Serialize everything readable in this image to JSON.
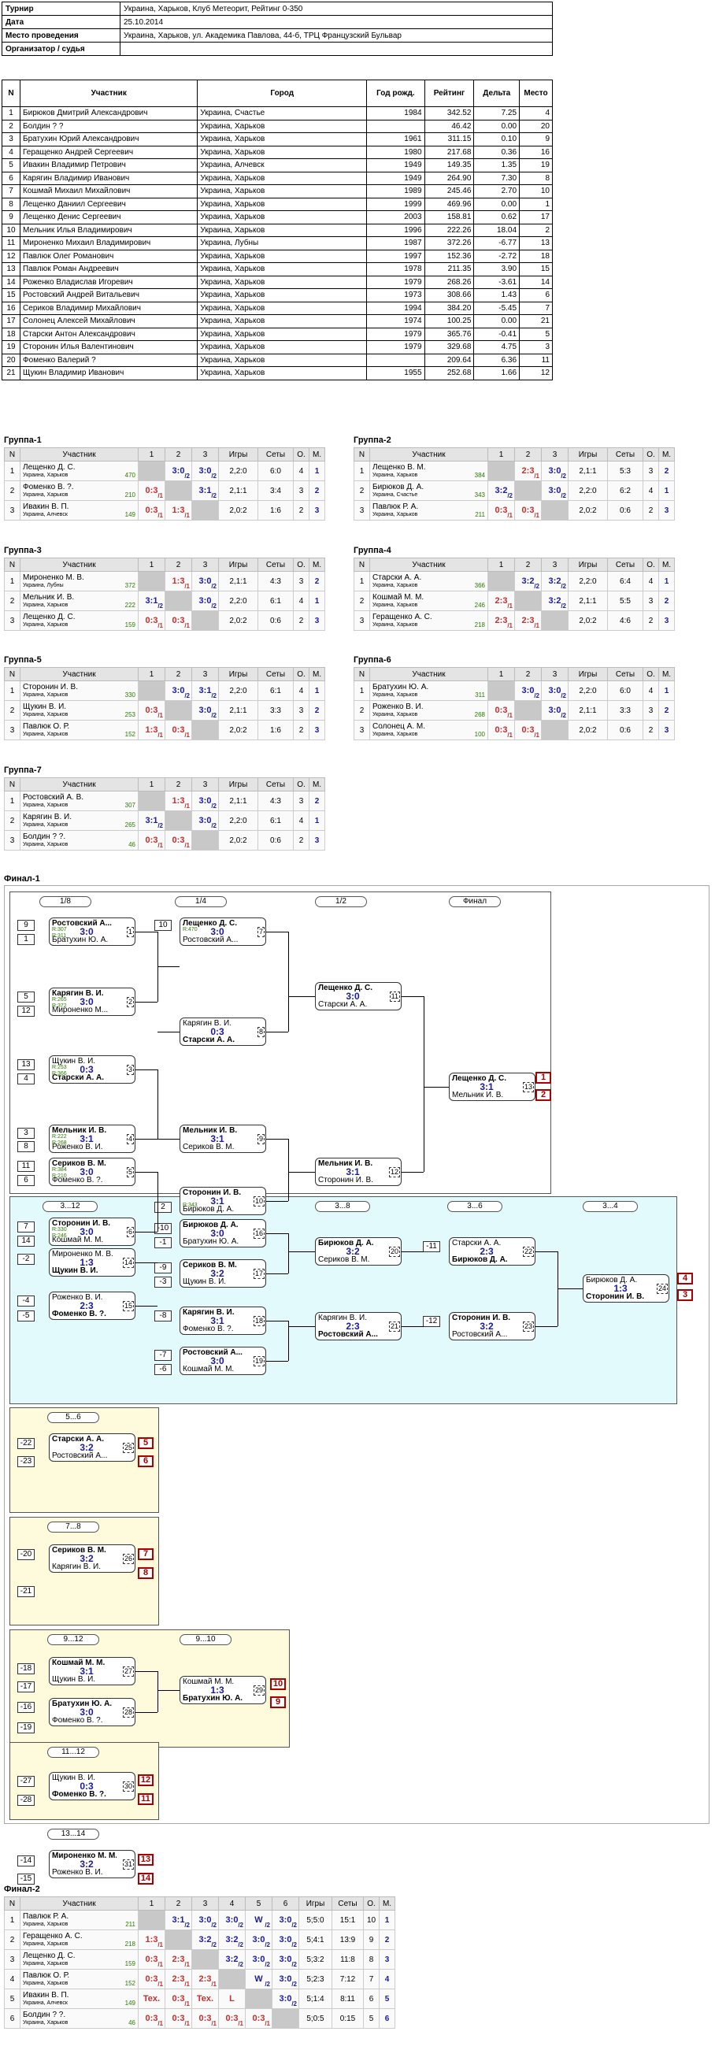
{
  "info": [
    {
      "k": "Турнир",
      "v": "Украина, Харьков, Клуб Метеорит, Рейтинг 0-350"
    },
    {
      "k": "Дата",
      "v": "25.10.2014"
    },
    {
      "k": "Место проведения",
      "v": "Украина, Харьков, ул. Академика Павлова, 44-б, ТРЦ Французский Бульвар"
    },
    {
      "k": "Организатор / судья",
      "v": ""
    }
  ],
  "players_header": [
    "N",
    "Участник",
    "Город",
    "Год рожд.",
    "Рейтинг",
    "Дельта",
    "Место"
  ],
  "players": [
    [
      "1",
      "Бирюков Дмитрий Александрович",
      "Украина, Счастье",
      "1984",
      "342.52",
      "7.25",
      "4"
    ],
    [
      "2",
      "Болдин ? ?",
      "Украина, Харьков",
      "",
      "46.42",
      "0.00",
      "20"
    ],
    [
      "3",
      "Братухин Юрий Александрович",
      "Украина, Харьков",
      "1961",
      "311.15",
      "0.10",
      "9"
    ],
    [
      "4",
      "Геращенко Андрей Сергеевич",
      "Украина, Харьков",
      "1980",
      "217.68",
      "0.36",
      "16"
    ],
    [
      "5",
      "Ивакин Владимир Петрович",
      "Украина, Алчевск",
      "1949",
      "149.35",
      "1.35",
      "19"
    ],
    [
      "6",
      "Карягин Владимир Иванович",
      "Украина, Харьков",
      "1949",
      "264.90",
      "7.30",
      "8"
    ],
    [
      "7",
      "Кошмай Михаил Михайлович",
      "Украина, Харьков",
      "1989",
      "245.46",
      "2.70",
      "10"
    ],
    [
      "8",
      "Лещенко Даниил Сергеевич",
      "Украина, Харьков",
      "1999",
      "469.96",
      "0.00",
      "1"
    ],
    [
      "9",
      "Лещенко Денис Сергеевич",
      "Украина, Харьков",
      "2003",
      "158.81",
      "0.62",
      "17"
    ],
    [
      "10",
      "Мельник Илья Владимирович",
      "Украина, Харьков",
      "1996",
      "222.26",
      "18.04",
      "2"
    ],
    [
      "11",
      "Мироненко Михаил Владимирович",
      "Украина, Лубны",
      "1987",
      "372.26",
      "-6.77",
      "13"
    ],
    [
      "12",
      "Павлюк Олег Романович",
      "Украина, Харьков",
      "1997",
      "152.36",
      "-2.72",
      "18"
    ],
    [
      "13",
      "Павлюк Роман Андреевич",
      "Украина, Харьков",
      "1978",
      "211.35",
      "3.90",
      "15"
    ],
    [
      "14",
      "Роженко Владислав Игоревич",
      "Украина, Харьков",
      "1979",
      "268.26",
      "-3.61",
      "14"
    ],
    [
      "15",
      "Ростовский Андрей Витальевич",
      "Украина, Харьков",
      "1973",
      "308.66",
      "1.43",
      "6"
    ],
    [
      "16",
      "Сериков Владимир Михайлович",
      "Украина, Харьков",
      "1994",
      "384.20",
      "-5.45",
      "7"
    ],
    [
      "17",
      "Солонец Алексей Михайлович",
      "Украина, Харьков",
      "1974",
      "100.25",
      "0.00",
      "21"
    ],
    [
      "18",
      "Старски Антон Александрович",
      "Украина, Харьков",
      "1979",
      "365.76",
      "-0.41",
      "5"
    ],
    [
      "19",
      "Сторонин Илья Валентинович",
      "Украина, Харьков",
      "1979",
      "329.68",
      "4.75",
      "3"
    ],
    [
      "20",
      "Фоменко Валерий ?",
      "Украина, Харьков",
      "",
      "209.64",
      "6.36",
      "11"
    ],
    [
      "21",
      "Щукин Владимир Иванович",
      "Украина, Харьков",
      "1955",
      "252.68",
      "1.66",
      "12"
    ]
  ],
  "group_header": [
    "N",
    "Участник",
    "1",
    "2",
    "3",
    "Игры",
    "Сеты",
    "О.",
    "М."
  ],
  "groups": [
    {
      "title": "Группа-1",
      "rows": [
        {
          "n": "1",
          "name": "Лещенко Д. С.",
          "city": "Украина, Харьков",
          "rating": "470",
          "cells": [
            "",
            "3:0|2",
            "3:0|2"
          ],
          "games": "2,2:0",
          "sets": "6:0",
          "pts": "4",
          "place": "1"
        },
        {
          "n": "2",
          "name": "Фоменко В. ?.",
          "city": "Украина, Харьков",
          "rating": "210",
          "cells": [
            "0:3|1",
            "",
            "3:1|2"
          ],
          "games": "2,1:1",
          "sets": "3:4",
          "pts": "3",
          "place": "2"
        },
        {
          "n": "3",
          "name": "Ивакин В. П.",
          "city": "Украина, Алчевск",
          "rating": "149",
          "cells": [
            "0:3|1",
            "1:3|1",
            ""
          ],
          "games": "2,0:2",
          "sets": "1:6",
          "pts": "2",
          "place": "3"
        }
      ]
    },
    {
      "title": "Группа-2",
      "rows": [
        {
          "n": "1",
          "name": "Лещенко В. М.",
          "city": "Украина, Харьков",
          "rating": "384",
          "cells": [
            "",
            "2:3|1",
            "3:0|2"
          ],
          "games": "2,1:1",
          "sets": "5:3",
          "pts": "3",
          "place": "2"
        },
        {
          "n": "2",
          "name": "Бирюков Д. А.",
          "city": "Украина, Счастье",
          "rating": "343",
          "cells": [
            "3:2|2",
            "",
            "3:0|2"
          ],
          "games": "2,2:0",
          "sets": "6:2",
          "pts": "4",
          "place": "1"
        },
        {
          "n": "3",
          "name": "Павлюк Р. А.",
          "city": "Украина, Харьков",
          "rating": "211",
          "cells": [
            "0:3|1",
            "0:3|1",
            ""
          ],
          "games": "2,0:2",
          "sets": "0:6",
          "pts": "2",
          "place": "3"
        }
      ]
    },
    {
      "title": "Группа-3",
      "rows": [
        {
          "n": "1",
          "name": "Мироненко М. В.",
          "city": "Украина, Лубны",
          "rating": "372",
          "cells": [
            "",
            "1:3|1",
            "3:0|2"
          ],
          "games": "2,1:1",
          "sets": "4:3",
          "pts": "3",
          "place": "2"
        },
        {
          "n": "2",
          "name": "Мельник И. В.",
          "city": "Украина, Харьков",
          "rating": "222",
          "cells": [
            "3:1|2",
            "",
            "3:0|2"
          ],
          "games": "2,2:0",
          "sets": "6:1",
          "pts": "4",
          "place": "1"
        },
        {
          "n": "3",
          "name": "Лещенко Д. С.",
          "city": "Украина, Харьков",
          "rating": "159",
          "cells": [
            "0:3|1",
            "0:3|1",
            ""
          ],
          "games": "2,0:2",
          "sets": "0:6",
          "pts": "2",
          "place": "3"
        }
      ]
    },
    {
      "title": "Группа-4",
      "rows": [
        {
          "n": "1",
          "name": "Старски А. А.",
          "city": "Украина, Харьков",
          "rating": "366",
          "cells": [
            "",
            "3:2|2",
            "3:2|2"
          ],
          "games": "2,2:0",
          "sets": "6:4",
          "pts": "4",
          "place": "1"
        },
        {
          "n": "2",
          "name": "Кошмай М. М.",
          "city": "Украина, Харьков",
          "rating": "246",
          "cells": [
            "2:3|1",
            "",
            "3:2|2"
          ],
          "games": "2,1:1",
          "sets": "5:5",
          "pts": "3",
          "place": "2"
        },
        {
          "n": "3",
          "name": "Геращенко А. С.",
          "city": "Украина, Харьков",
          "rating": "218",
          "cells": [
            "2:3|1",
            "2:3|1",
            ""
          ],
          "games": "2,0:2",
          "sets": "4:6",
          "pts": "2",
          "place": "3"
        }
      ]
    },
    {
      "title": "Группа-5",
      "rows": [
        {
          "n": "1",
          "name": "Сторонин И. В.",
          "city": "Украина, Харьков",
          "rating": "330",
          "cells": [
            "",
            "3:0|2",
            "3:1|2"
          ],
          "games": "2,2:0",
          "sets": "6:1",
          "pts": "4",
          "place": "1"
        },
        {
          "n": "2",
          "name": "Щукин В. И.",
          "city": "Украина, Харьков",
          "rating": "253",
          "cells": [
            "0:3|1",
            "",
            "3:0|2"
          ],
          "games": "2,1:1",
          "sets": "3:3",
          "pts": "3",
          "place": "2"
        },
        {
          "n": "3",
          "name": "Павлюк О. Р.",
          "city": "Украина, Харьков",
          "rating": "152",
          "cells": [
            "1:3|1",
            "0:3|1",
            ""
          ],
          "games": "2,0:2",
          "sets": "1:6",
          "pts": "2",
          "place": "3"
        }
      ]
    },
    {
      "title": "Группа-6",
      "rows": [
        {
          "n": "1",
          "name": "Братухин Ю. А.",
          "city": "Украина, Харьков",
          "rating": "311",
          "cells": [
            "",
            "3:0|2",
            "3:0|2"
          ],
          "games": "2,2:0",
          "sets": "6:0",
          "pts": "4",
          "place": "1"
        },
        {
          "n": "2",
          "name": "Роженко В. И.",
          "city": "Украина, Харьков",
          "rating": "268",
          "cells": [
            "0:3|1",
            "",
            "3:0|2"
          ],
          "games": "2,1:1",
          "sets": "3:3",
          "pts": "3",
          "place": "2"
        },
        {
          "n": "3",
          "name": "Солонец А. М.",
          "city": "Украина, Харьков",
          "rating": "100",
          "cells": [
            "0:3|1",
            "0:3|1",
            ""
          ],
          "games": "2,0:2",
          "sets": "0:6",
          "pts": "2",
          "place": "3"
        }
      ]
    },
    {
      "title": "Группа-7",
      "rows": [
        {
          "n": "1",
          "name": "Ростовский А. В.",
          "city": "Украина, Харьков",
          "rating": "307",
          "cells": [
            "",
            "1:3|1",
            "3:0|2"
          ],
          "games": "2,1:1",
          "sets": "4:3",
          "pts": "3",
          "place": "2"
        },
        {
          "n": "2",
          "name": "Карягин В. И.",
          "city": "Украина, Харьков",
          "rating": "265",
          "cells": [
            "3:1|2",
            "",
            "3:0|2"
          ],
          "games": "2,2:0",
          "sets": "6:1",
          "pts": "4",
          "place": "1"
        },
        {
          "n": "3",
          "name": "Болдин ? ?.",
          "city": "Украина, Харьков",
          "rating": "46",
          "cells": [
            "0:3|1",
            "0:3|1",
            ""
          ],
          "games": "2,0:2",
          "sets": "0:6",
          "pts": "2",
          "place": "3"
        }
      ]
    }
  ],
  "final1_title": "Финал-1",
  "final2_title": "Финал-2",
  "stages": {
    "r8": "1/8",
    "r4": "1/4",
    "r2": "1/2",
    "f": "Финал",
    "l312a": "3...12",
    "l312b": "3...12",
    "l38": "3...8",
    "l36": "3...6",
    "l34": "3...4",
    "l56": "5...6",
    "l78": "7...8",
    "l912": "9...12",
    "l910": "9...10",
    "l1112": "11...12",
    "l1314": "13...14"
  },
  "matches": [
    {
      "id": "m1",
      "a": "Ростовский А...",
      "b": "Братухин Ю. А.",
      "s": "3:0",
      "n": "1",
      "ra": "R:307",
      "rb": "R:311",
      "bold": "a"
    },
    {
      "id": "m2",
      "a": "Карягин В. И.",
      "b": "Мироненко М...",
      "s": "3:0",
      "n": "2",
      "ra": "R:265",
      "rb": "R:372",
      "bold": "a"
    },
    {
      "id": "m3",
      "a": "Щукин В. И.",
      "b": "Старски А. А.",
      "s": "0:3",
      "n": "3",
      "ra": "R:253",
      "rb": "R:366",
      "bold": "b"
    },
    {
      "id": "m4",
      "a": "Мельник И. В.",
      "b": "Роженко В. И.",
      "s": "3:1",
      "n": "4",
      "ra": "R:222",
      "rb": "R:268",
      "bold": "a"
    },
    {
      "id": "m5",
      "a": "Сериков В. М.",
      "b": "Фоменко В. ?.",
      "s": "3:0",
      "n": "5",
      "ra": "R:384",
      "rb": "R:210",
      "bold": "a"
    },
    {
      "id": "m6",
      "a": "Сторонин И. В.",
      "b": "Кошмай М. М.",
      "s": "3:0",
      "n": "6",
      "ra": "R:330",
      "rb": "R:246",
      "bold": "a"
    },
    {
      "id": "m7",
      "a": "Лещенко Д. С.",
      "b": "Ростовский А...",
      "s": "3:0",
      "n": "7",
      "ra": "R:470",
      "rb": "",
      "bold": "a"
    },
    {
      "id": "m8",
      "a": "Карягин В. И.",
      "b": "Старски А. А.",
      "s": "0:3",
      "n": "8",
      "ra": "",
      "rb": "",
      "bold": "b"
    },
    {
      "id": "m9",
      "a": "Мельник И. В.",
      "b": "Сериков В. М.",
      "s": "3:1",
      "n": "9",
      "ra": "",
      "rb": "",
      "bold": "a"
    },
    {
      "id": "m10",
      "a": "Сторонин И. В.",
      "b": "Бирюков Д. А.",
      "s": "3:1",
      "n": "10",
      "ra": "",
      "rb": "R:343",
      "bold": "a"
    },
    {
      "id": "m11",
      "a": "Лещенко Д. С.",
      "b": "Старски А. А.",
      "s": "3:0",
      "n": "11",
      "ra": "",
      "rb": "",
      "bold": "a"
    },
    {
      "id": "m12",
      "a": "Мельник И. В.",
      "b": "Сторонин И. В.",
      "s": "3:1",
      "n": "12",
      "ra": "",
      "rb": "",
      "bold": "a"
    },
    {
      "id": "m13",
      "a": "Лещенко Д. С.",
      "b": "Мельник И. В.",
      "s": "3:1",
      "n": "13",
      "ra": "",
      "rb": "",
      "bold": "a"
    },
    {
      "id": "m14",
      "a": "Мироненко М. В.",
      "b": "Щукин В. И.",
      "s": "1:3",
      "n": "14",
      "ra": "",
      "rb": "",
      "bold": "b"
    },
    {
      "id": "m15",
      "a": "Роженко В. И.",
      "b": "Фоменко В. ?.",
      "s": "2:3",
      "n": "15",
      "ra": "",
      "rb": "",
      "bold": "b"
    },
    {
      "id": "m16",
      "a": "Бирюков Д. А.",
      "b": "Братухин Ю. А.",
      "s": "3:0",
      "n": "16",
      "ra": "",
      "rb": "",
      "bold": "a"
    },
    {
      "id": "m17",
      "a": "Сериков В. М.",
      "b": "Щукин В. И.",
      "s": "3:2",
      "n": "17",
      "ra": "",
      "rb": "",
      "bold": "a"
    },
    {
      "id": "m18",
      "a": "Карягин В. И.",
      "b": "Фоменко В. ?.",
      "s": "3:1",
      "n": "18",
      "ra": "",
      "rb": "",
      "bold": "a"
    },
    {
      "id": "m19",
      "a": "Ростовский А...",
      "b": "Кошмай М. М.",
      "s": "3:0",
      "n": "19",
      "ra": "",
      "rb": "",
      "bold": "a"
    },
    {
      "id": "m20",
      "a": "Бирюков Д. А.",
      "b": "Сериков В. М.",
      "s": "3:2",
      "n": "20",
      "ra": "",
      "rb": "",
      "bold": "a"
    },
    {
      "id": "m21",
      "a": "Карягин В. И.",
      "b": "Ростовский А...",
      "s": "2:3",
      "n": "21",
      "ra": "",
      "rb": "",
      "bold": "b"
    },
    {
      "id": "m22",
      "a": "Старски А. А.",
      "b": "Бирюков Д. А.",
      "s": "2:3",
      "n": "22",
      "ra": "",
      "rb": "",
      "bold": "b"
    },
    {
      "id": "m23",
      "a": "Сторонин И. В.",
      "b": "Ростовский А...",
      "s": "3:2",
      "n": "23",
      "ra": "",
      "rb": "",
      "bold": "a"
    },
    {
      "id": "m24",
      "a": "Бирюков Д. А.",
      "b": "Сторонин И. В.",
      "s": "1:3",
      "n": "24",
      "ra": "",
      "rb": "",
      "bold": "b"
    },
    {
      "id": "m25",
      "a": "Старски А. А.",
      "b": "Ростовский А...",
      "s": "3:2",
      "n": "25",
      "ra": "",
      "rb": "",
      "bold": "a"
    },
    {
      "id": "m26",
      "a": "Сериков В. М.",
      "b": "Карягин В. И.",
      "s": "3:2",
      "n": "26",
      "ra": "",
      "rb": "",
      "bold": "a"
    },
    {
      "id": "m27",
      "a": "Кошмай М. М.",
      "b": "Щукин В. И.",
      "s": "3:1",
      "n": "27",
      "ra": "",
      "rb": "",
      "bold": "a"
    },
    {
      "id": "m28",
      "a": "Братухин Ю. А.",
      "b": "Фоменко В. ?.",
      "s": "3:0",
      "n": "28",
      "ra": "",
      "rb": "",
      "bold": "a"
    },
    {
      "id": "m29",
      "a": "Кошмай М. М.",
      "b": "Братухин Ю. А.",
      "s": "1:3",
      "n": "29",
      "ra": "",
      "rb": "",
      "bold": "b"
    },
    {
      "id": "m30",
      "a": "Щукин В. И.",
      "b": "Фоменко В. ?.",
      "s": "0:3",
      "n": "30",
      "ra": "",
      "rb": "",
      "bold": "b"
    },
    {
      "id": "m31",
      "a": "Мироненко М. М.",
      "b": "Роженко В. И.",
      "s": "3:2",
      "n": "31",
      "ra": "",
      "rb": "",
      "bold": "a"
    }
  ],
  "seeds": {
    "s9": "9",
    "s1": "1",
    "s10": "10",
    "s5": "5",
    "s12": "12",
    "s13": "13",
    "s4": "4",
    "s3": "3",
    "s11": "11",
    "s6": "6",
    "s7": "7",
    "s2": "2",
    "s14": "14",
    "s8": "8",
    "sm10": "-10",
    "sm1": "-1",
    "sm2": "-2",
    "sm9": "-9",
    "sm4": "-4",
    "sm3": "-3",
    "sm8": "-8",
    "sm5": "-5",
    "sm7": "-7",
    "sm6": "-6",
    "sm11": "-11",
    "sm12": "-12",
    "sm22": "-22",
    "sm23": "-23",
    "sm20": "-20",
    "sm21": "-21",
    "sm18": "-18",
    "sm17": "-17",
    "sm16": "-16",
    "sm19": "-19",
    "sm27": "-27",
    "sm28": "-28",
    "sm14": "-14",
    "sm15": "-15"
  },
  "ranks": {
    "k1": "1",
    "k2": "2",
    "k4": "4",
    "k3": "3",
    "k5": "5",
    "k6": "6",
    "k7": "7",
    "k8": "8",
    "k10": "10",
    "k9": "9",
    "k12": "12",
    "k11": "11",
    "k13": "13",
    "k14": "14"
  },
  "final2_header": [
    "N",
    "Участник",
    "1",
    "2",
    "3",
    "4",
    "5",
    "6",
    "Игры",
    "Сеты",
    "О.",
    "М."
  ],
  "final2": [
    {
      "n": "1",
      "name": "Павлюк Р. А.",
      "city": "Украина, Харьков",
      "rating": "211",
      "cells": [
        "",
        "3:1|2",
        "3:0|2",
        "3:0|2",
        "W|2",
        "3:0|2"
      ],
      "games": "5;5:0",
      "sets": "15:1",
      "pts": "10",
      "place": "1"
    },
    {
      "n": "2",
      "name": "Геращенко А. С.",
      "city": "Украина, Харьков",
      "rating": "218",
      "cells": [
        "1:3|1",
        "",
        "3:2|2",
        "3:2|2",
        "3:0|2",
        "3:0|2"
      ],
      "games": "5;4:1",
      "sets": "13:9",
      "pts": "9",
      "place": "2"
    },
    {
      "n": "3",
      "name": "Лещенко Д. С.",
      "city": "Украина, Харьков",
      "rating": "159",
      "cells": [
        "0:3|1",
        "2:3|1",
        "",
        "3:2|2",
        "3:0|2",
        "3:0|2"
      ],
      "games": "5;3:2",
      "sets": "11:8",
      "pts": "8",
      "place": "3"
    },
    {
      "n": "4",
      "name": "Павлюк О. Р.",
      "city": "Украина, Харьков",
      "rating": "152",
      "cells": [
        "0:3|1",
        "2:3|1",
        "2:3|1",
        "",
        "W|2",
        "3:0|2"
      ],
      "games": "5;2:3",
      "sets": "7:12",
      "pts": "7",
      "place": "4"
    },
    {
      "n": "5",
      "name": "Ивакин В. П.",
      "city": "Украина, Алчевск",
      "rating": "149",
      "cells": [
        "Tex.|0",
        "0:3|1",
        "Tex.|0",
        "L|0",
        "",
        "3:0|2"
      ],
      "games": "5;1:4",
      "sets": "8:11",
      "pts": "6",
      "place": "5"
    },
    {
      "n": "6",
      "name": "Болдин ? ?.",
      "city": "Украина, Харьков",
      "rating": "46",
      "cells": [
        "0:3|1",
        "0:3|1",
        "0:3|1",
        "0:3|1",
        "0:3|1",
        ""
      ],
      "games": "5;0:5",
      "sets": "0:15",
      "pts": "5",
      "place": "6"
    }
  ]
}
